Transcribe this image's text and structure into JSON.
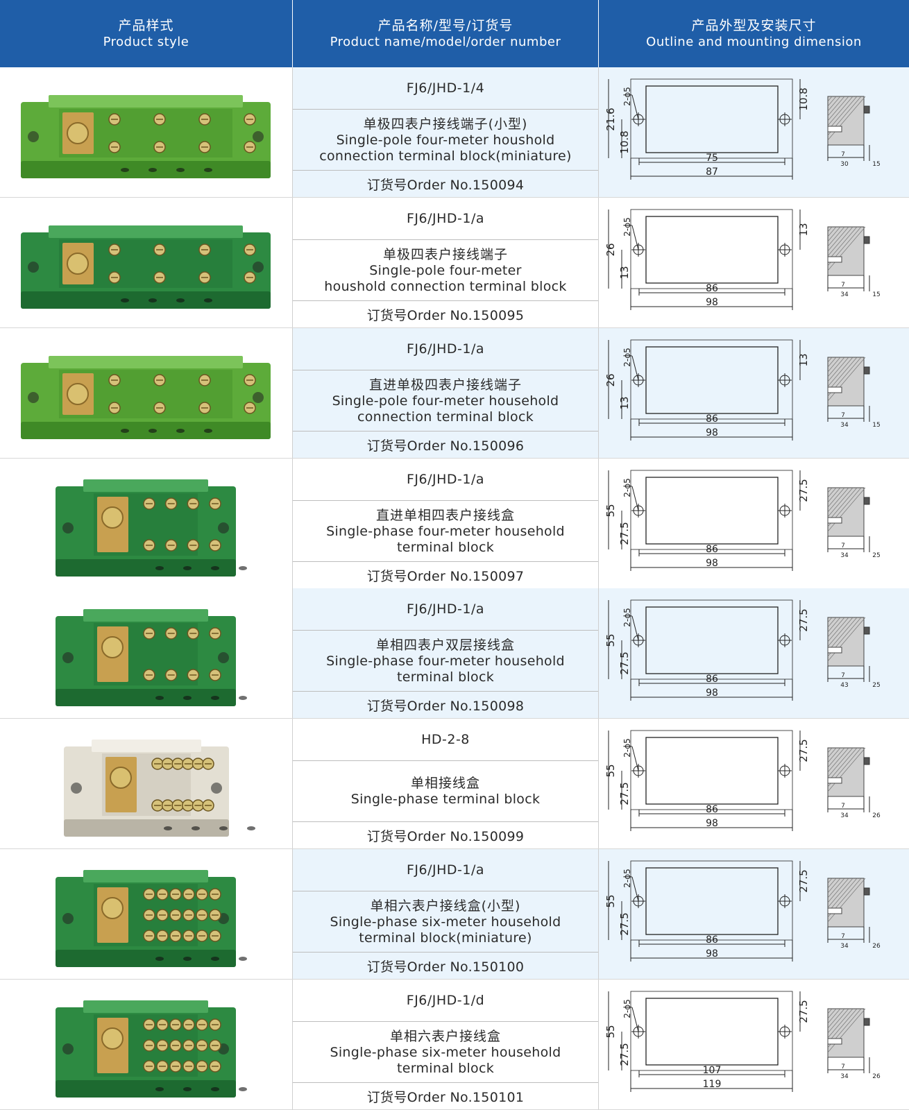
{
  "header": {
    "col1_zh": "产品样式",
    "col1_en": "Product style",
    "col2_zh": "产品名称/型号/订货号",
    "col2_en": "Product name/model/order number",
    "col3_zh": "产品外型及安装尺寸",
    "col3_en": "Outline and mounting dimension"
  },
  "colors": {
    "header_bg": "#1f5ea8",
    "alt_row": "#eaf4fc",
    "product_green": "#5dab3a",
    "product_dark_green": "#2d8a42",
    "product_cream": "#e3dfd3"
  },
  "products": [
    {
      "model": "FJ6/JHD-1/4",
      "name_zh": "单极四表户接线端子(小型)",
      "name_en1": "Single-pole four-meter houshold",
      "name_en2": "connection terminal block(miniature)",
      "order": "订货号Order No.150094",
      "dims": {
        "height": "21.6",
        "half": "10.8",
        "hole": "2-ϕ5",
        "inner": "75",
        "outer": "87",
        "side_a": "7",
        "side_b": "30",
        "side_c": "15"
      },
      "photo": "green-4-terminal-block"
    },
    {
      "model": "FJ6/JHD-1/a",
      "name_zh": "单极四表户接线端子",
      "name_en1": "Single-pole four-meter",
      "name_en2": "houshold connection terminal block",
      "order": "订货号Order No.150095",
      "dims": {
        "height": "26",
        "half": "13",
        "hole": "2-ϕ5",
        "inner": "86",
        "outer": "98",
        "side_a": "7",
        "side_b": "34",
        "side_c": "15"
      },
      "photo": "dark-green-4-terminal-block"
    },
    {
      "model": "FJ6/JHD-1/a",
      "name_zh": "直进单极四表户接线端子",
      "name_en1": "Single-pole four-meter household",
      "name_en2": "connection terminal block",
      "order": "订货号Order No.150096",
      "dims": {
        "height": "26",
        "half": "13",
        "hole": "2-ϕ5",
        "inner": "86",
        "outer": "98",
        "side_a": "7",
        "side_b": "34",
        "side_c": "15"
      },
      "photo": "green-straight-4-terminal-block"
    },
    {
      "model": "FJ6/JHD-1/a",
      "name_zh": "直进单相四表户接线盒",
      "name_en1": "Single-phase four-meter household",
      "name_en2": "terminal block",
      "order": "订货号Order No.150097",
      "dims": {
        "height": "55",
        "half": "27.5",
        "hole": "2-ϕ5",
        "inner": "86",
        "outer": "98",
        "side_a": "7",
        "side_b": "34",
        "side_c": "25"
      },
      "photo": "green-single-phase-box"
    },
    {
      "model": "FJ6/JHD-1/a",
      "name_zh": "单相四表户双层接线盒",
      "name_en1": "Single-phase four-meter household",
      "name_en2": "terminal block",
      "order": "订货号Order No.150098",
      "dims": {
        "height": "55",
        "half": "27.5",
        "hole": "2-ϕ5",
        "inner": "86",
        "outer": "98",
        "side_a": "7",
        "side_b": "43",
        "side_c": "25"
      },
      "photo": "green-double-layer-box"
    },
    {
      "model": "HD-2-8",
      "name_zh": "单相接线盒",
      "name_en1": "Single-phase terminal block",
      "name_en2": "",
      "order": "订货号Order No.150099",
      "dims": {
        "height": "55",
        "half": "27.5",
        "hole": "2-ϕ5",
        "inner": "86",
        "outer": "98",
        "side_a": "7",
        "side_b": "34",
        "side_c": "26"
      },
      "photo": "cream-single-phase-box"
    },
    {
      "model": "FJ6/JHD-1/a",
      "name_zh": "单相六表户接线盒(小型)",
      "name_en1": "Single-phase six-meter household",
      "name_en2": "terminal block(miniature)",
      "order": "订货号Order No.150100",
      "dims": {
        "height": "55",
        "half": "27.5",
        "hole": "2-ϕ5",
        "inner": "86",
        "outer": "98",
        "side_a": "7",
        "side_b": "34",
        "side_c": "26"
      },
      "photo": "green-six-meter-box-mini"
    },
    {
      "model": "FJ6/JHD-1/d",
      "name_zh": "单相六表户接线盒",
      "name_en1": "Single-phase six-meter household",
      "name_en2": "terminal block",
      "order": "订货号Order No.150101",
      "dims": {
        "height": "55",
        "half": "27.5",
        "hole": "2-ϕ5",
        "inner": "107",
        "outer": "119",
        "side_a": "7",
        "side_b": "34",
        "side_c": "26"
      },
      "photo": "green-six-meter-box"
    }
  ]
}
